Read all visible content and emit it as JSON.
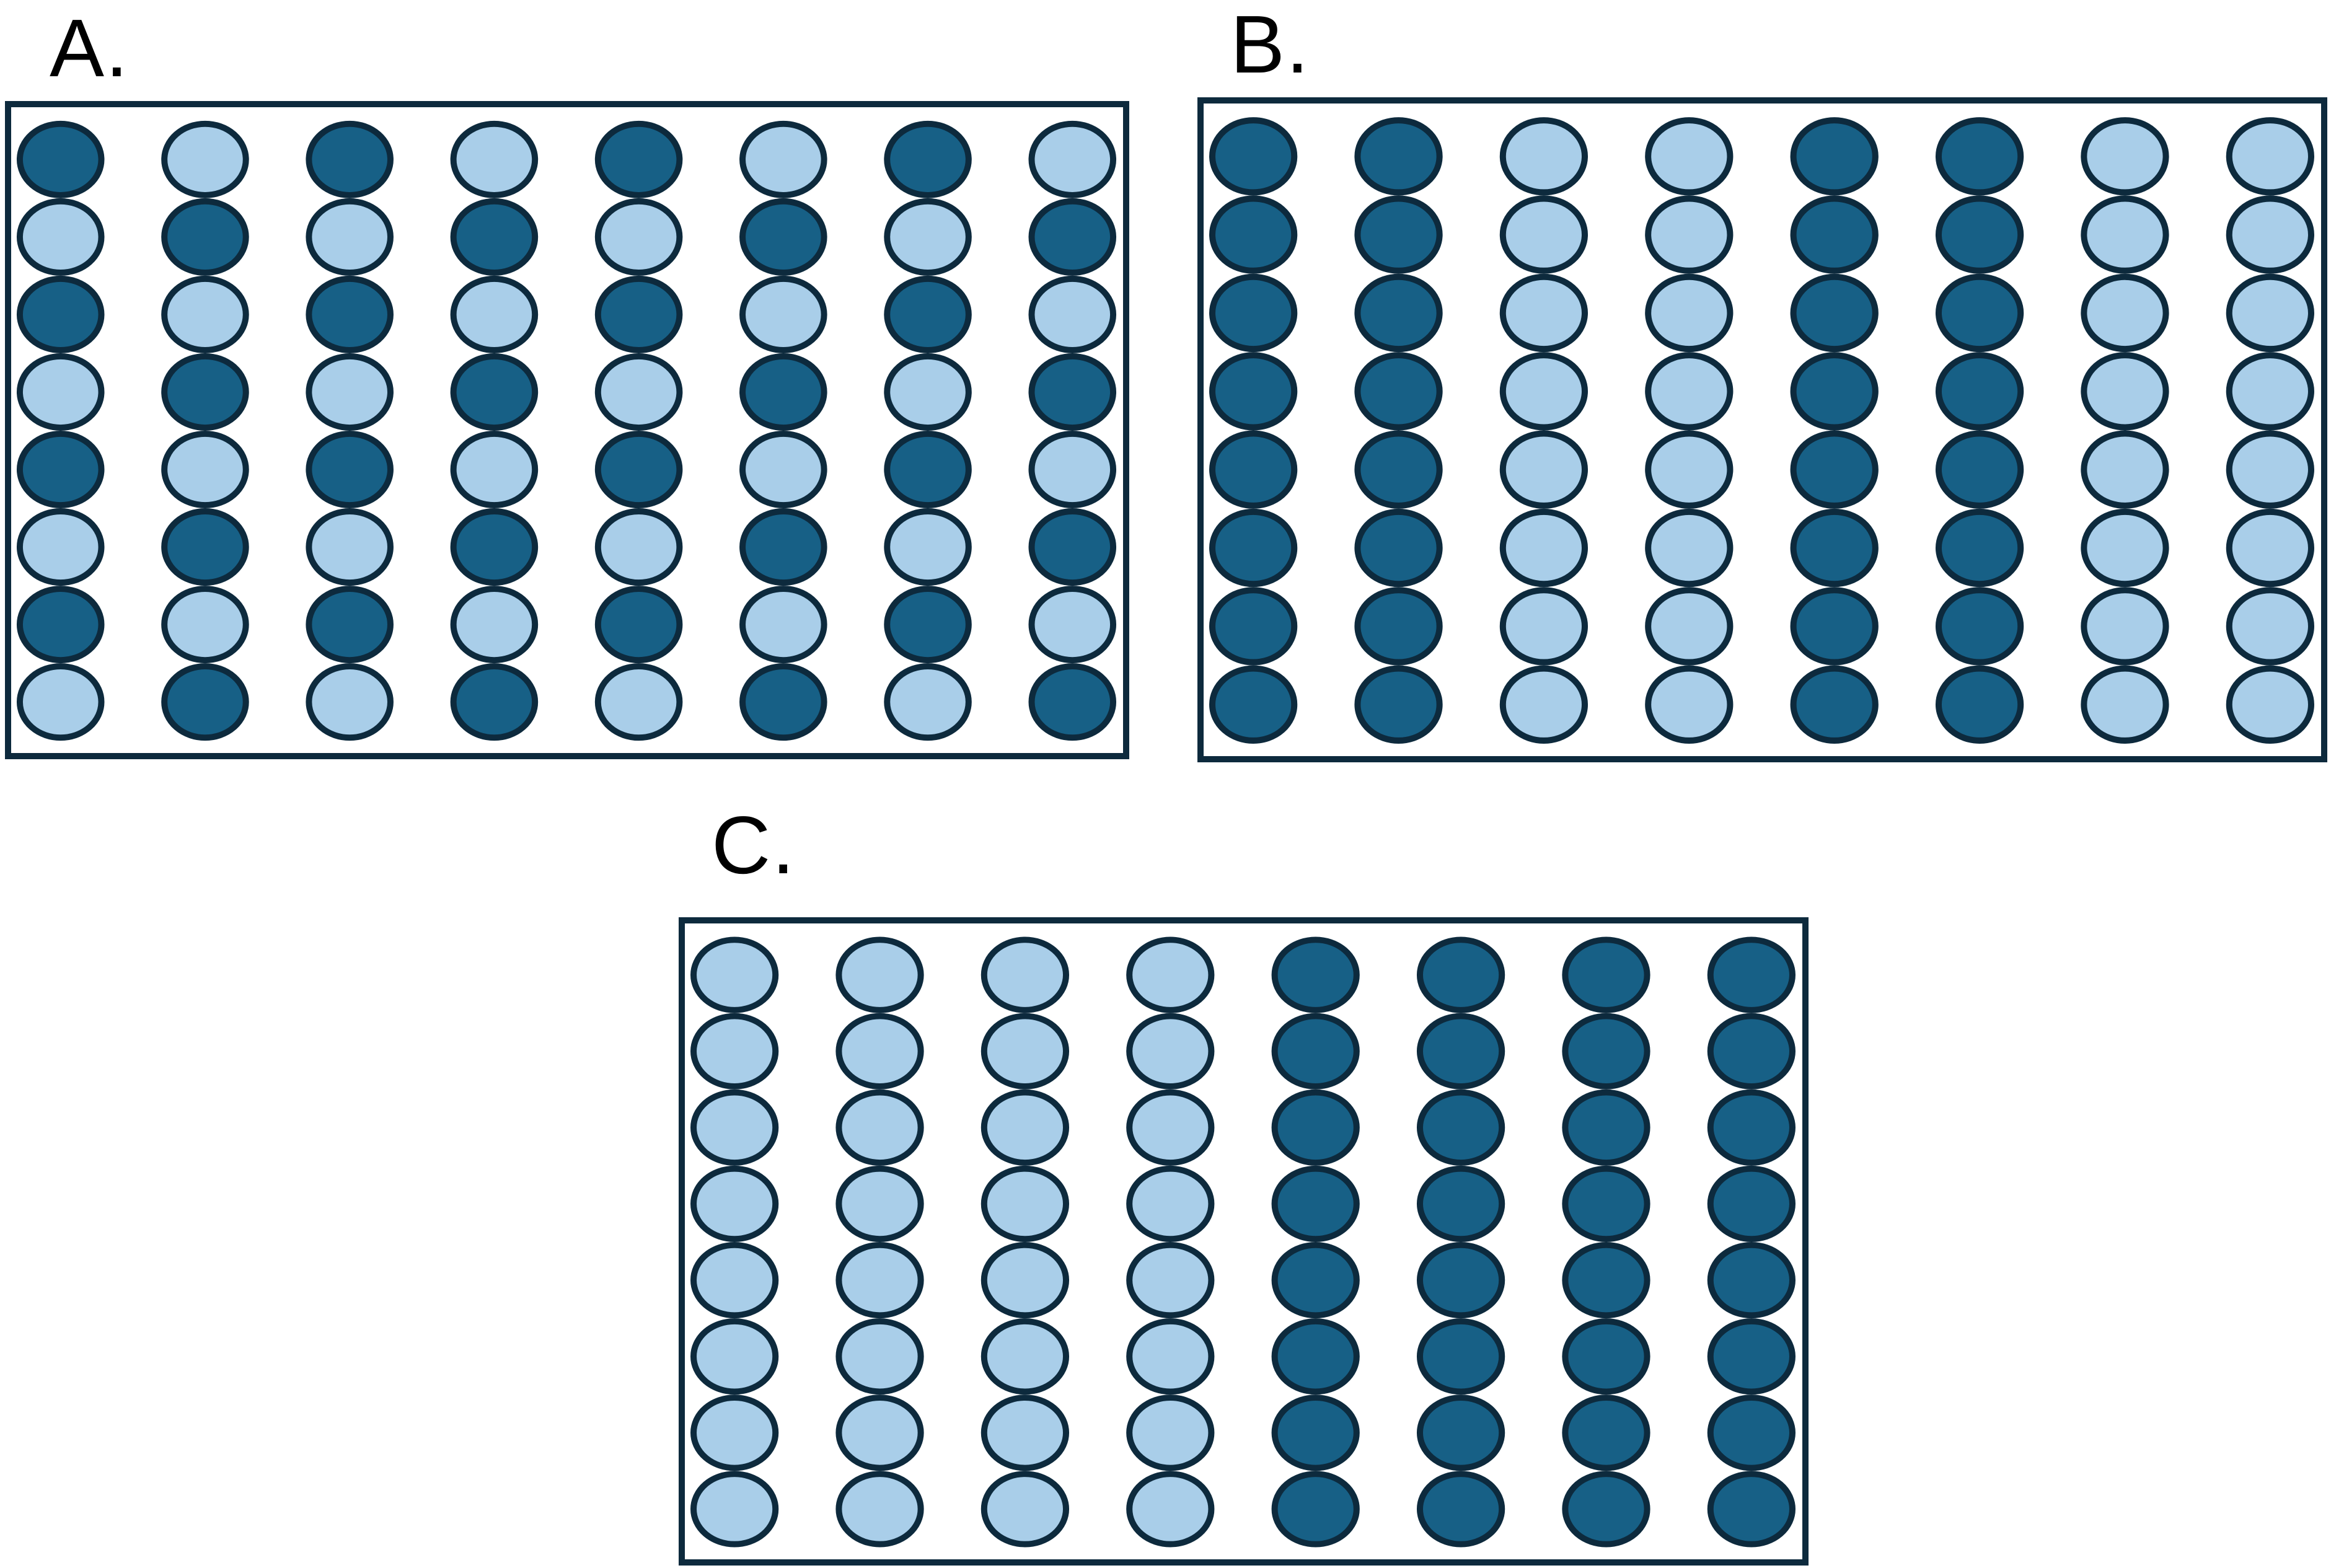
{
  "figure": {
    "description_labels": [
      "A.",
      "B.",
      "C."
    ],
    "grid": {
      "rows": 8,
      "cols": 8
    },
    "colors": {
      "dark_circle": "#176086",
      "light_circle": "#a9cee9",
      "circle_outline": "#0d2a3d",
      "box_border": "#0d2a3d",
      "label_text": "#000000",
      "background": "#ffffff"
    },
    "legend": {
      "D": "dark-circle",
      "L": "light-circle"
    },
    "panels": [
      {
        "id": "panel-a",
        "label": "A.",
        "pattern_name": "checkerboard",
        "rows": [
          "DLDLDLDL",
          "LDLDLDLD",
          "DLDLDLDL",
          "LDLDLDLD",
          "DLDLDLDL",
          "LDLDLDLD",
          "DLDLDLDL",
          "LDLDLDLD"
        ]
      },
      {
        "id": "panel-b",
        "label": "B.",
        "pattern_name": "paired-columns",
        "rows": [
          "DDLLDDLL",
          "DDLLDDLL",
          "DDLLDDLL",
          "DDLLDDLL",
          "DDLLDDLL",
          "DDLLDDLL",
          "DDLLDDLL",
          "DDLLDDLL"
        ]
      },
      {
        "id": "panel-c",
        "label": "C.",
        "pattern_name": "separated-halves",
        "rows": [
          "LLLLDDDD",
          "LLLLDDDD",
          "LLLLDDDD",
          "LLLLDDDD",
          "LLLLDDDD",
          "LLLLDDDD",
          "LLLLDDDD",
          "LLLLDDDD"
        ]
      }
    ]
  }
}
